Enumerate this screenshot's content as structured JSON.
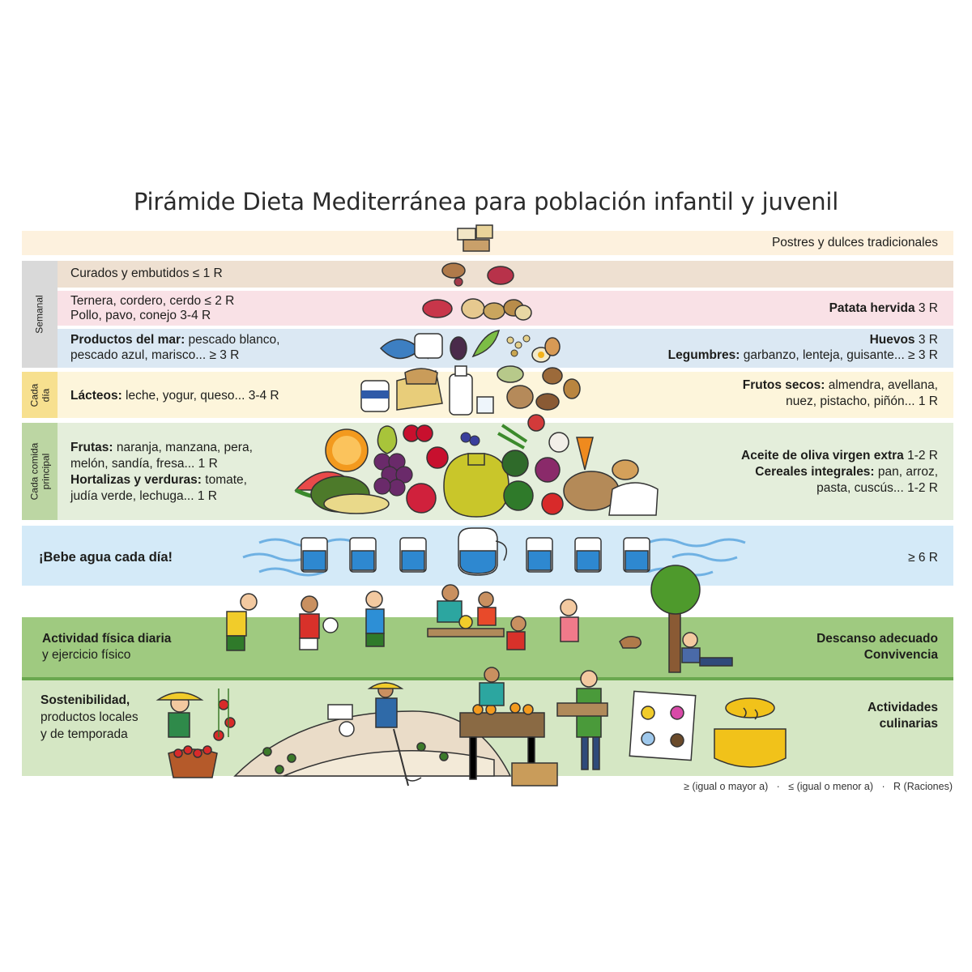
{
  "title": "Pirámide Dieta Mediterránea para población infantil y juvenil",
  "colors": {
    "dulces": "#fdf1de",
    "curados": "#eee0d1",
    "carnes": "#f9e1e6",
    "mar": "#dbe8f3",
    "dia": "#fdf5db",
    "comida": "#e4eedb",
    "agua": "#d4eaf8",
    "actividad": "#9fca80",
    "sostenibilidad": "#d5e7c4"
  },
  "side_labels": {
    "semanal": "Semanal",
    "cada_dia_1": "Cada",
    "cada_dia_2": "día",
    "comida_1": "Cada comida",
    "comida_2": "principal"
  },
  "rows": {
    "dulces": {
      "right": "Postres y dulces tradicionales"
    },
    "curados": {
      "left": "Curados y embutidos ≤ 1 R"
    },
    "carnes": {
      "left_1": "Ternera, cordero, cerdo ≤ 2 R",
      "left_2": "Pollo, pavo, conejo 3-4 R",
      "right_bold": "Patata hervida",
      "right_rest": " 3 R"
    },
    "mar": {
      "left_bold": "Productos del mar:",
      "left_rest": " pescado blanco,",
      "left_2": "pescado azul, marisco... ≥ 3 R",
      "right_1_bold": "Huevos",
      "right_1_rest": " 3 R",
      "right_2_bold": "Legumbres:",
      "right_2_rest": " garbanzo, lenteja, guisante... ≥ 3 R"
    },
    "lacteos": {
      "left_bold": "Lácteos:",
      "left_rest": " leche, yogur, queso... 3-4 R",
      "right_1_bold": "Frutos secos:",
      "right_1_rest": " almendra, avellana,",
      "right_2": "nuez, pistacho, piñón... 1 R"
    },
    "comida": {
      "frutas_bold": "Frutas:",
      "frutas_rest": " naranja, manzana, pera,",
      "frutas_2": "melón, sandía, fresa... 1 R",
      "hort_bold": "Hortalizas y verduras:",
      "hort_rest": " tomate,",
      "hort_2": "judía verde, lechuga... 1 R",
      "aceite_bold": "Aceite de oliva virgen extra",
      "aceite_rest": " 1-2 R",
      "cereales_bold": "Cereales integrales:",
      "cereales_rest": " pan, arroz,",
      "cereales_2": "pasta, cuscús... 1-2 R"
    },
    "agua": {
      "left": "¡Bebe agua cada día!",
      "right": "≥ 6 R"
    },
    "actividad": {
      "left_1": "Actividad física diaria",
      "left_2": "y ejercicio físico",
      "right_1": "Descanso adecuado",
      "right_2": "Convivencia"
    },
    "sostenibilidad": {
      "left_1": "Sostenibilidad,",
      "left_2": "productos locales",
      "left_3": "y de temporada",
      "right_1": "Actividades",
      "right_2": "culinarias"
    }
  },
  "legend": "≥ (igual o mayor a)   ·   ≤ (igual o menor a)   ·   R (Raciones)"
}
